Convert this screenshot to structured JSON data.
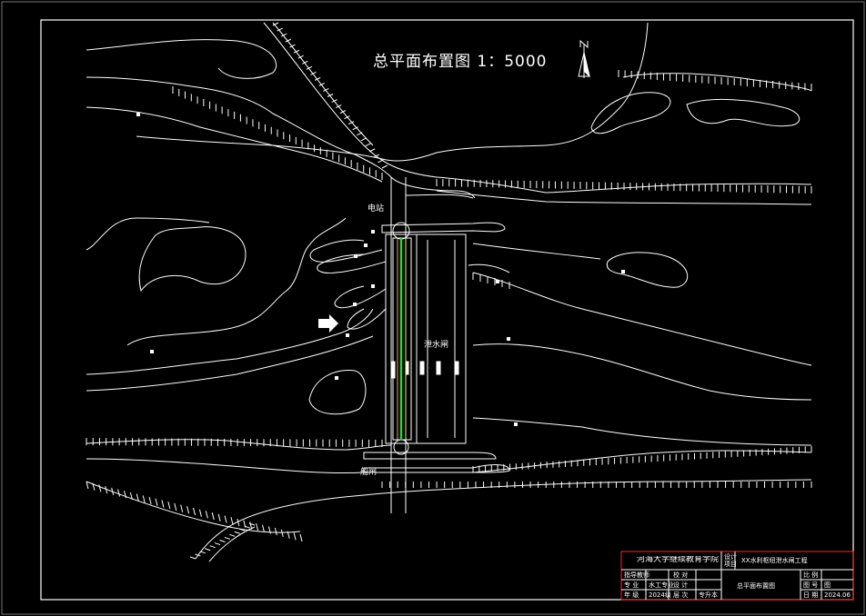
{
  "drawing": {
    "title": "总平面布置图  1：5000",
    "north_symbol": "N",
    "labels": {
      "power_station": "电站",
      "spillway_gate": "泄水闸",
      "ship_lock": "船闸"
    }
  },
  "title_block": {
    "institution": "河海大学继续教育学院",
    "project_label_top": "设计",
    "project_label_bottom": "项目",
    "project_name": "XX水利枢纽泄水闸工程",
    "drawing_name": "总平面布置图",
    "rows": [
      {
        "c1": "指导教师",
        "c2": "",
        "c3": "校 对",
        "c4": ""
      },
      {
        "c1": "专 业",
        "c2": "水工专业",
        "c3": "设 计",
        "c4": ""
      },
      {
        "c1": "年 级",
        "c2": "2024级",
        "c3": "层 次",
        "c4": "专升本"
      }
    ],
    "right_rows": [
      {
        "k": "比 例",
        "v": ""
      },
      {
        "k": "图 号",
        "v": "图"
      },
      {
        "k": "日 期",
        "v": "2024.06"
      }
    ]
  },
  "colors": {
    "background": "#000000",
    "lines": "#ffffff",
    "accent_green": "#2ecc40",
    "accent_yellow": "#f5e663",
    "title_border": "#ff2222"
  }
}
